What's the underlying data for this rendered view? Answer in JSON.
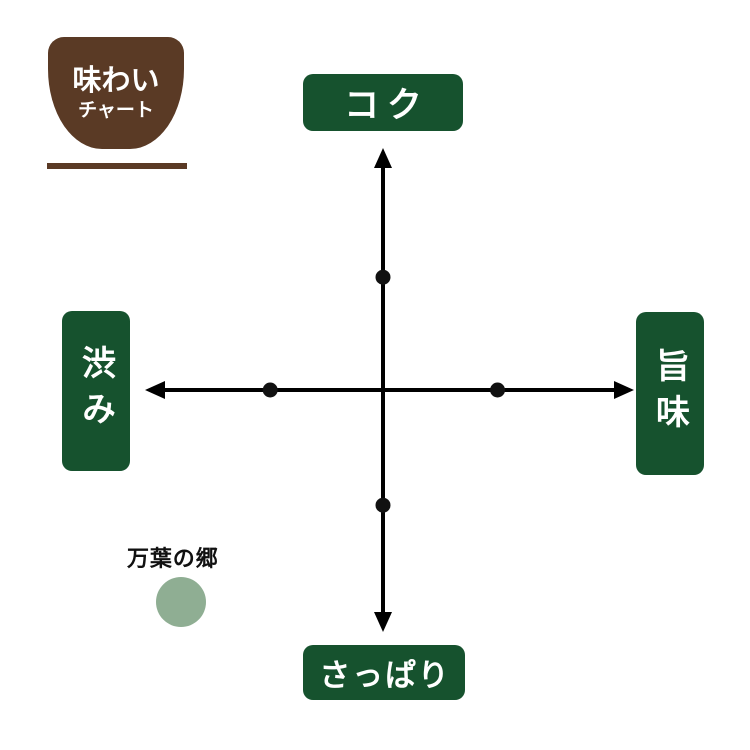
{
  "badge": {
    "title_line1": "味わい",
    "title_line2": "チャート",
    "color": "#5a3a25"
  },
  "chart_data": {
    "type": "scatter",
    "title": "味わいチャート",
    "axes": [
      {
        "position": "top",
        "label": "コク"
      },
      {
        "position": "right",
        "label": "旨味"
      },
      {
        "position": "bottom",
        "label": "さっぱり"
      },
      {
        "position": "left",
        "label": "渋み"
      }
    ],
    "value_range": [
      0,
      1
    ],
    "grid": false,
    "legend_position": "bottom-left",
    "series": [
      {
        "name": "万葉の郷",
        "marker_color": "#8fae93",
        "point_color": "#111111",
        "points": [
          {
            "axis": "top",
            "value": 0.47
          },
          {
            "axis": "left",
            "value": 0.47
          },
          {
            "axis": "right",
            "value": 0.46
          },
          {
            "axis": "bottom",
            "value": 0.48
          }
        ]
      }
    ]
  },
  "legend": {
    "label": "万葉の郷",
    "swatch_color": "#8fae93"
  },
  "colors": {
    "axis_label_bg": "#16522e",
    "axis_label_text": "#ffffff",
    "axis_line": "#000000"
  }
}
